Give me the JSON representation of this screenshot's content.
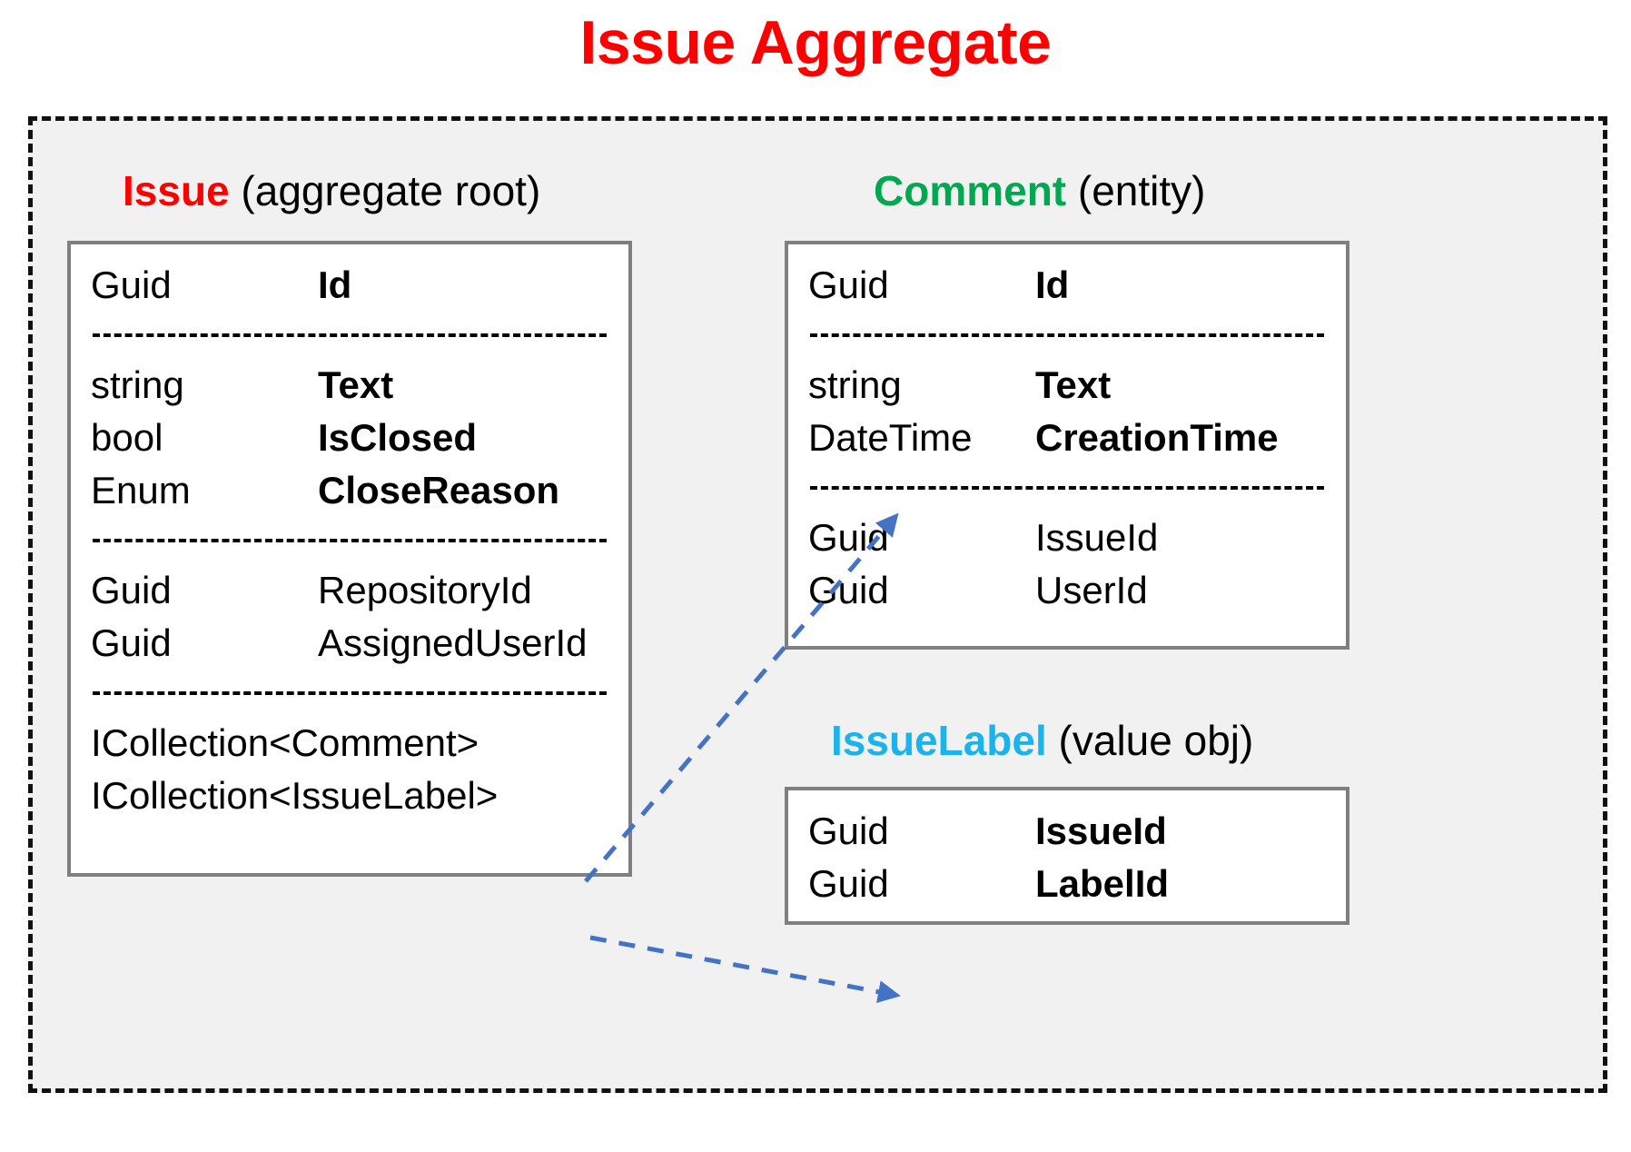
{
  "title": "Issue Aggregate",
  "colors": {
    "title_red": "#ff0000",
    "issue_red": "#ff0000",
    "comment_green": "#00a94f",
    "issuelabel_blue": "#1bb3ec",
    "connector_blue": "#4472c4",
    "boundary_black": "#111111",
    "box_border_gray": "#7f7f7f",
    "boundary_fill": "#f1f1f1"
  },
  "boundary": {
    "style": "dashed",
    "label": "aggregate-boundary"
  },
  "groups": {
    "issue": {
      "name": "Issue",
      "kind": " (aggregate root)",
      "sections": [
        {
          "rows": [
            {
              "type": "Guid",
              "name": "Id",
              "bold": true
            }
          ]
        },
        {
          "rows": [
            {
              "type": "string",
              "name": "Text",
              "bold": true
            },
            {
              "type": "bool",
              "name": "IsClosed",
              "bold": true
            },
            {
              "type": "Enum",
              "name": "CloseReason",
              "bold": true
            }
          ]
        },
        {
          "rows": [
            {
              "type": "Guid",
              "name": "RepositoryId",
              "bold": false
            },
            {
              "type": "Guid",
              "name": "AssignedUserId",
              "bold": false
            }
          ]
        },
        {
          "rows": [
            {
              "type": "ICollection<Comment>",
              "name": "",
              "bold": false,
              "full": true
            },
            {
              "type": "ICollection<IssueLabel>",
              "name": "",
              "bold": false,
              "full": true
            }
          ]
        }
      ]
    },
    "comment": {
      "name": "Comment",
      "kind": " (entity)",
      "sections": [
        {
          "rows": [
            {
              "type": "Guid",
              "name": "Id",
              "bold": true
            }
          ]
        },
        {
          "rows": [
            {
              "type": "string",
              "name": "Text",
              "bold": true
            },
            {
              "type": "DateTime",
              "name": "CreationTime",
              "bold": true
            }
          ]
        },
        {
          "rows": [
            {
              "type": "Guid",
              "name": "IssueId",
              "bold": false
            },
            {
              "type": "Guid",
              "name": "UserId",
              "bold": false
            }
          ]
        }
      ]
    },
    "issuelabel": {
      "name": "IssueLabel",
      "kind": " (value obj)",
      "sections": [
        {
          "rows": [
            {
              "type": "Guid",
              "name": "IssueId",
              "bold": true
            },
            {
              "type": "Guid",
              "name": "LabelId",
              "bold": true
            }
          ]
        }
      ]
    }
  },
  "connectors": [
    {
      "from": "ICollection<Comment>",
      "to": "Comment",
      "style": "dashed-arrow"
    },
    {
      "from": "ICollection<IssueLabel>",
      "to": "IssueLabel",
      "style": "dashed-arrow"
    }
  ]
}
